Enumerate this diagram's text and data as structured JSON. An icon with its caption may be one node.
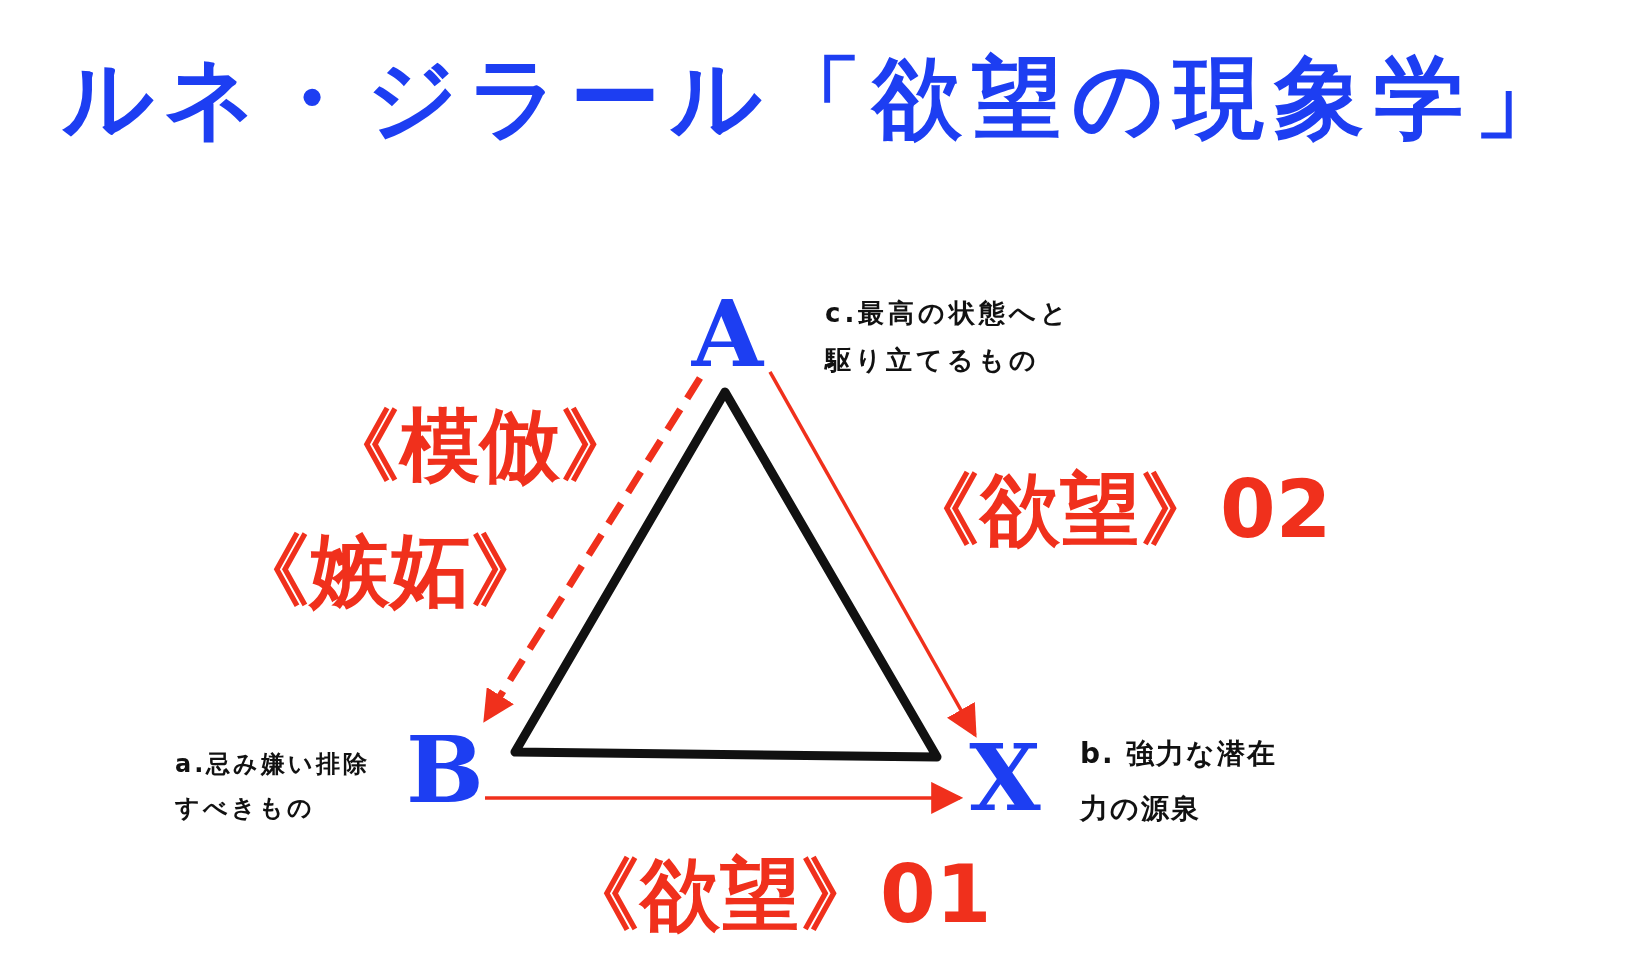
{
  "diagram": {
    "title": "ルネ・ジラール「欲望の現象学」",
    "nodes": [
      {
        "text": [
          "A"
        ],
        "beside": [
          "c.最高の状態へと駆り立てるもの"
        ]
      },
      {
        "text": [
          "B"
        ],
        "beside": [
          "a.忌み嫌い排除すべきもの"
        ]
      },
      {
        "text": [
          "X"
        ],
        "beside": [
          "b. 強力な潜在力の源泉"
        ]
      }
    ],
    "edges": [
      {
        "from": 0,
        "to": 1,
        "arrow": "to",
        "style": "dashed",
        "label": "《模倣》《嫉妬》"
      },
      {
        "from": 0,
        "to": 2,
        "arrow": "to",
        "label": "《欲望》02"
      },
      {
        "from": 1,
        "to": 2,
        "arrow": "to",
        "label": "《欲望》01"
      }
    ]
  }
}
